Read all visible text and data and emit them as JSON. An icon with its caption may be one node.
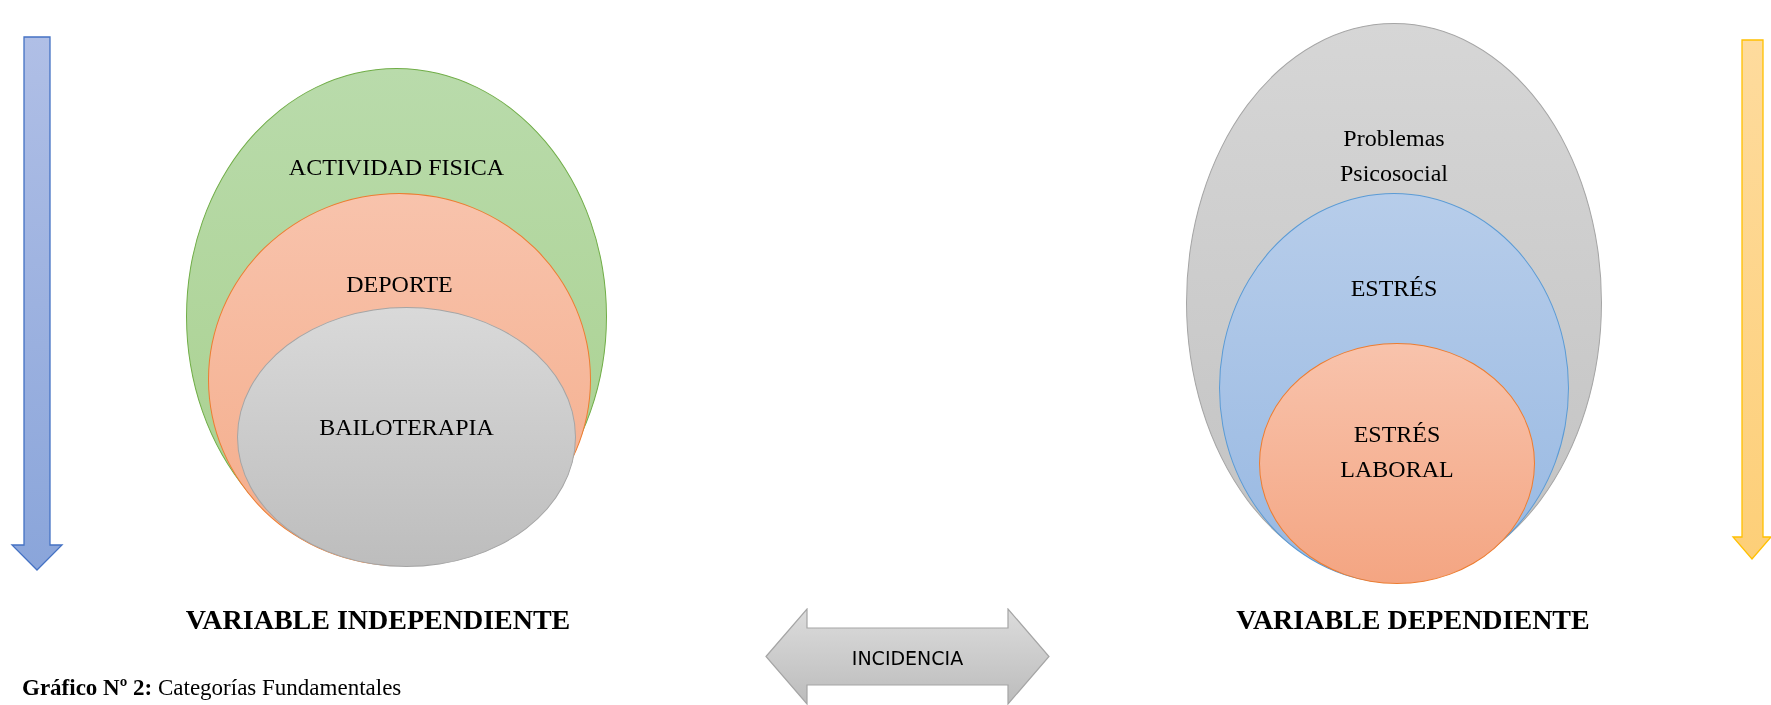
{
  "diagram": {
    "caption": "**Gráfico Nº 2:** Categorías Fundamentales",
    "nodes": [
      {
        "text": [
          "ACTIVIDAD FISICA"
        ]
      },
      {
        "text": [
          "DEPORTE"
        ],
        "in": 0
      },
      {
        "text": [
          "BAILOTERAPIA"
        ],
        "in": 1
      },
      {
        "text": [
          "Problemas Psicosocial"
        ]
      },
      {
        "text": [
          "ESTRÉS"
        ],
        "in": 3
      },
      {
        "text": [
          "ESTRÉS LABORAL"
        ],
        "in": 4
      },
      {
        "text": [
          "INCIDENCIA"
        ]
      }
    ],
    "labels": [
      "VARIABLE INDEPENDIENTE",
      "VARIABLE DEPENDIENTE"
    ]
  }
}
